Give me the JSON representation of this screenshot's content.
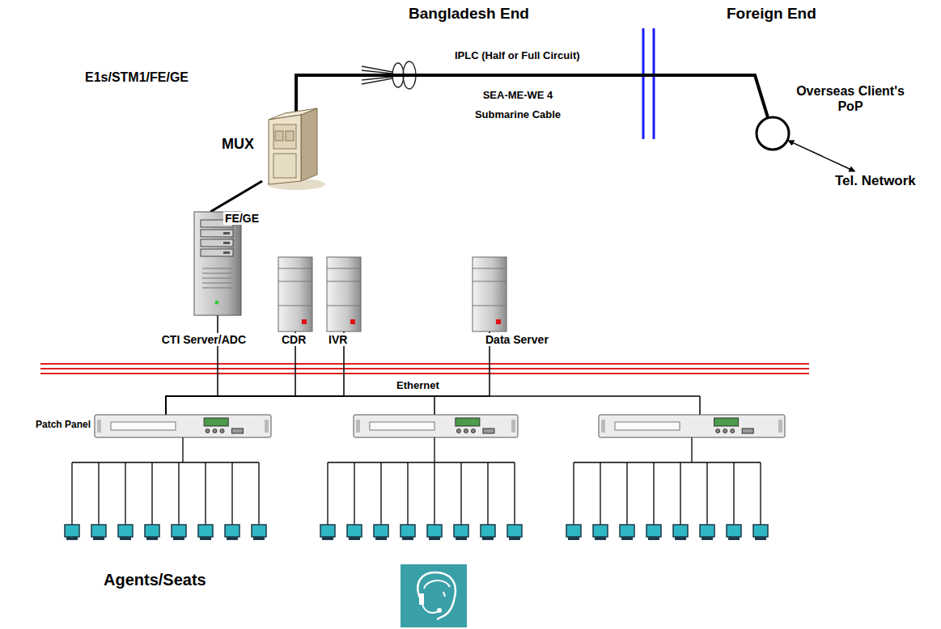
{
  "diagram": {
    "nodes": [
      {
        "text": [
          "MUX"
        ]
      },
      {
        "text": [
          "Overseas Client's PoP"
        ]
      },
      {
        "text": [
          "Tel. Network"
        ]
      },
      {
        "text": [
          "CTI Server/ADC"
        ]
      },
      {
        "text": [
          "CDR"
        ]
      },
      {
        "text": [
          "IVR"
        ]
      },
      {
        "text": [
          "Data Server"
        ]
      },
      {
        "text": [
          "Patch Panel"
        ]
      }
    ],
    "edges": [
      {
        "from": 0,
        "to": 1,
        "label": "IPLC (Half or Full Circuit)",
        "arrow": "none"
      },
      {
        "from": 0,
        "to": 3,
        "label": "FE/GE",
        "arrow": "none"
      },
      {
        "from": 1,
        "to": 2,
        "arrow": "both"
      },
      {
        "from": 3,
        "to": 7,
        "arrow": "none"
      },
      {
        "from": 4,
        "to": 7,
        "arrow": "none"
      },
      {
        "from": 5,
        "to": 7,
        "arrow": "none"
      },
      {
        "from": 6,
        "to": 7,
        "arrow": "none"
      }
    ],
    "labels": [
      "Bangladesh End",
      "Foreign End",
      "E1s/STM1/FE/GE",
      "SEA-ME-WE 4 Submarine Cable",
      "Ethernet",
      "Agents/Seats"
    ]
  }
}
